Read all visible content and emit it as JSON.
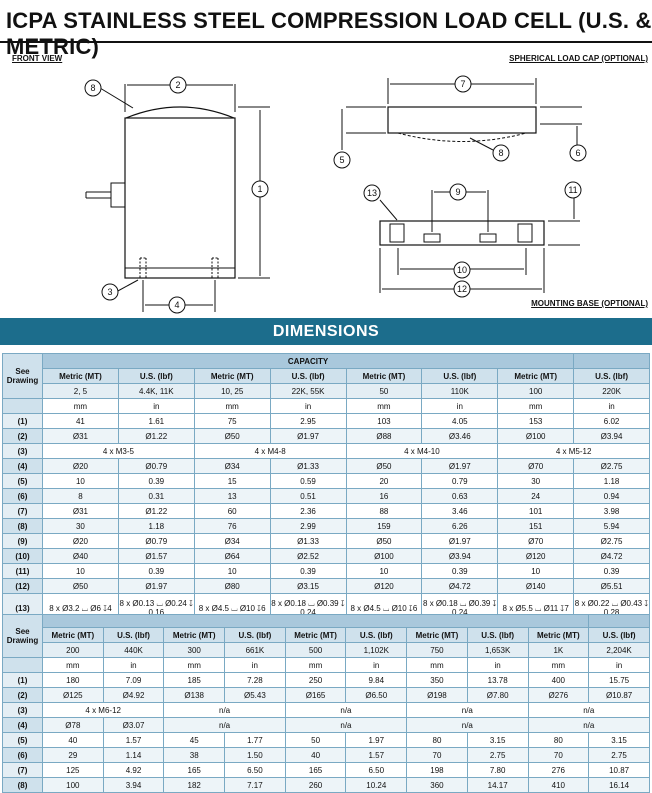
{
  "title": "ICPA STAINLESS STEEL COMPRESSION LOAD CELL (U.S. & METRIC)",
  "labels": {
    "front_view": "FRONT VIEW",
    "spherical_cap": "SPHERICAL LOAD CAP (OPTIONAL)",
    "mounting_base": "MOUNTING BASE (OPTIONAL)"
  },
  "callouts": [
    "1",
    "2",
    "3",
    "4",
    "5",
    "6",
    "7",
    "8",
    "9",
    "10",
    "11",
    "12",
    "13"
  ],
  "banner": "DIMENSIONS",
  "table1": {
    "see_label": "See Drawing",
    "capacity_label": "CAPACITY",
    "units_header": [
      "Metric (MT)",
      "U.S. (lbf)",
      "Metric (MT)",
      "U.S. (lbf)",
      "Metric (MT)",
      "U.S. (lbf)",
      "Metric (MT)",
      "U.S. (lbf)"
    ],
    "capacities": [
      "2, 5",
      "4.4K, 11K",
      "10, 25",
      "22K, 55K",
      "50",
      "110K",
      "100",
      "220K"
    ],
    "units": [
      "mm",
      "in",
      "mm",
      "in",
      "mm",
      "in",
      "mm",
      "in"
    ],
    "rows": [
      {
        "ref": "(1)",
        "cells": [
          "41",
          "1.61",
          "75",
          "2.95",
          "103",
          "4.05",
          "153",
          "6.02"
        ]
      },
      {
        "ref": "(2)",
        "cells": [
          "Ø31",
          "Ø1.22",
          "Ø50",
          "Ø1.97",
          "Ø88",
          "Ø3.46",
          "Ø100",
          "Ø3.94"
        ]
      },
      {
        "ref": "(3)",
        "spans": [
          "4 x M3-5",
          "4 x M4-8",
          "4 x M4-10",
          "4 x M5-12"
        ]
      },
      {
        "ref": "(4)",
        "cells": [
          "Ø20",
          "Ø0.79",
          "Ø34",
          "Ø1.33",
          "Ø50",
          "Ø1.97",
          "Ø70",
          "Ø2.75"
        ]
      },
      {
        "ref": "(5)",
        "cells": [
          "10",
          "0.39",
          "15",
          "0.59",
          "20",
          "0.79",
          "30",
          "1.18"
        ]
      },
      {
        "ref": "(6)",
        "cells": [
          "8",
          "0.31",
          "13",
          "0.51",
          "16",
          "0.63",
          "24",
          "0.94"
        ]
      },
      {
        "ref": "(7)",
        "cells": [
          "Ø31",
          "Ø1.22",
          "60",
          "2.36",
          "88",
          "3.46",
          "101",
          "3.98"
        ]
      },
      {
        "ref": "(8)",
        "cells": [
          "30",
          "1.18",
          "76",
          "2.99",
          "159",
          "6.26",
          "151",
          "5.94"
        ]
      },
      {
        "ref": "(9)",
        "cells": [
          "Ø20",
          "Ø0.79",
          "Ø34",
          "Ø1.33",
          "Ø50",
          "Ø1.97",
          "Ø70",
          "Ø2.75"
        ]
      },
      {
        "ref": "(10)",
        "cells": [
          "Ø40",
          "Ø1.57",
          "Ø64",
          "Ø2.52",
          "Ø100",
          "Ø3.94",
          "Ø120",
          "Ø4.72"
        ]
      },
      {
        "ref": "(11)",
        "cells": [
          "10",
          "0.39",
          "10",
          "0.39",
          "10",
          "0.39",
          "10",
          "0.39"
        ]
      },
      {
        "ref": "(12)",
        "cells": [
          "Ø50",
          "Ø1.97",
          "Ø80",
          "Ø3.15",
          "Ø120",
          "Ø4.72",
          "Ø140",
          "Ø5.51"
        ]
      },
      {
        "ref": "(13)",
        "tall": true,
        "cells": [
          "8 x Ø3.2 ⌴ Ø6 ↧4",
          "8 x Ø0.13 ⌴ Ø0.24 ↧ 0.16",
          "8 x Ø4.5 ⌴ Ø10 ↧6",
          "8 x Ø0.18 ⌴ Ø0.39 ↧ 0.24",
          "8 x Ø4.5 ⌴ Ø10 ↧6",
          "8 x Ø0.18 ⌴ Ø0.39 ↧ 0.24",
          "8 x Ø5.5 ⌴ Ø11 ↧7",
          "8 x Ø0.22 ⌴ Ø0.43 ↧ 0.28"
        ]
      }
    ]
  },
  "table2": {
    "see_label": "See Drawing",
    "units_header": [
      "Metric (MT)",
      "U.S. (lbf)",
      "Metric (MT)",
      "U.S. (lbf)",
      "Metric (MT)",
      "U.S. (lbf)",
      "Metric (MT)",
      "U.S. (lbf)",
      "Metric (MT)",
      "U.S. (lbf)"
    ],
    "capacities": [
      "200",
      "440K",
      "300",
      "661K",
      "500",
      "1,102K",
      "750",
      "1,653K",
      "1K",
      "2,204K"
    ],
    "units": [
      "mm",
      "in",
      "mm",
      "in",
      "mm",
      "in",
      "mm",
      "in",
      "mm",
      "in"
    ],
    "rows": [
      {
        "ref": "(1)",
        "cells": [
          "180",
          "7.09",
          "185",
          "7.28",
          "250",
          "9.84",
          "350",
          "13.78",
          "400",
          "15.75"
        ]
      },
      {
        "ref": "(2)",
        "cells": [
          "Ø125",
          "Ø4.92",
          "Ø138",
          "Ø5.43",
          "Ø165",
          "Ø6.50",
          "Ø198",
          "Ø7.80",
          "Ø276",
          "Ø10.87"
        ]
      },
      {
        "ref": "(3)",
        "spans": [
          "4 x M6-12",
          "n/a",
          "n/a",
          "n/a",
          "n/a"
        ]
      },
      {
        "ref": "(4)",
        "cells": [
          "Ø78",
          "Ø3.07"
        ],
        "na": [
          "n/a",
          "n/a",
          "n/a",
          "n/a"
        ]
      },
      {
        "ref": "(5)",
        "cells": [
          "40",
          "1.57",
          "45",
          "1.77",
          "50",
          "1.97",
          "80",
          "3.15",
          "80",
          "3.15"
        ]
      },
      {
        "ref": "(6)",
        "cells": [
          "29",
          "1.14",
          "38",
          "1.50",
          "40",
          "1.57",
          "70",
          "2.75",
          "70",
          "2.75"
        ]
      },
      {
        "ref": "(7)",
        "cells": [
          "125",
          "4.92",
          "165",
          "6.50",
          "165",
          "6.50",
          "198",
          "7.80",
          "276",
          "10.87"
        ]
      },
      {
        "ref": "(8)",
        "cells": [
          "100",
          "3.94",
          "182",
          "7.17",
          "260",
          "10.24",
          "360",
          "14.17",
          "410",
          "16.14"
        ]
      }
    ]
  }
}
